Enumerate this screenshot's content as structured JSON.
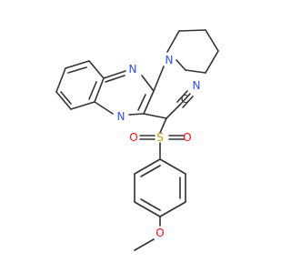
{
  "molecule": {
    "atoms": {
      "n_top": "N",
      "n_bottom": "N",
      "n_piperidine": "N",
      "n_nitrile": "N",
      "c_nitrile": "C",
      "s_sulfonyl": "S",
      "o_sulfonyl_left": "O",
      "o_sulfonyl_right": "O",
      "o_methoxy": "O"
    },
    "colors": {
      "bond": "#333333",
      "nitrogen": "#3050F8",
      "oxygen": "#FF0D0D",
      "sulfur": "#C8A000",
      "carbon": "#333333"
    }
  }
}
